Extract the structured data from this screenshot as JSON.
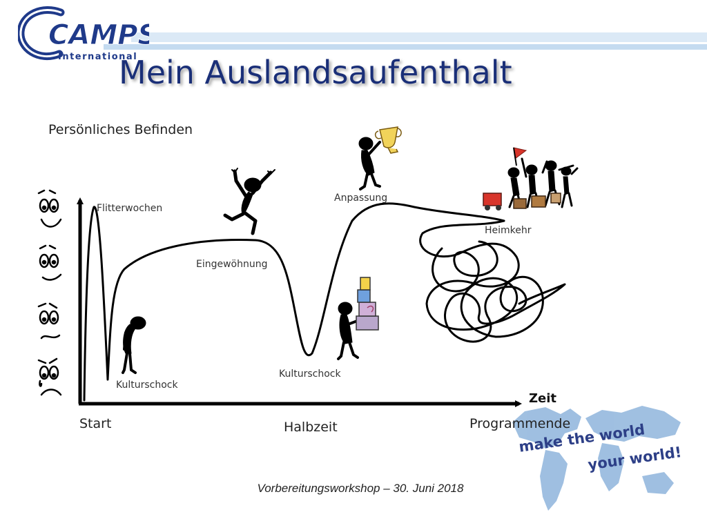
{
  "logo": {
    "brand": "CAMPS",
    "sub": "International"
  },
  "title": "Mein Auslandsaufenthalt",
  "diagram": {
    "y_axis_label": "Persönliches Befinden",
    "x_axis_label": "Zeit",
    "phases": [
      {
        "id": "flitterwochen",
        "label": "Flitterwochen"
      },
      {
        "id": "kulturschock1",
        "label": "Kulturschock"
      },
      {
        "id": "eingewoehnung",
        "label": "Eingewöhnung"
      },
      {
        "id": "kulturschock2",
        "label": "Kulturschock"
      },
      {
        "id": "anpassung",
        "label": "Anpassung"
      },
      {
        "id": "heimkehr",
        "label": "Heimkehr"
      }
    ],
    "timeline": [
      {
        "id": "start",
        "label": "Start"
      },
      {
        "id": "halbzeit",
        "label": "Halbzeit"
      },
      {
        "id": "programmende",
        "label": "Programmende"
      }
    ],
    "faces": [
      "happy-face-icon",
      "neutral-face-icon",
      "worried-face-icon",
      "crying-face-icon"
    ]
  },
  "slogan": {
    "line1": "make the world",
    "line2": "your world!"
  },
  "footer": "Vorbereitungsworkshop  – 30. Juni 2018",
  "colors": {
    "title": "#1a2f78",
    "logo": "#1f3a8a",
    "band": "#dbe9f6",
    "slogan": "#2d3f87",
    "map": "#8fb5dc"
  }
}
